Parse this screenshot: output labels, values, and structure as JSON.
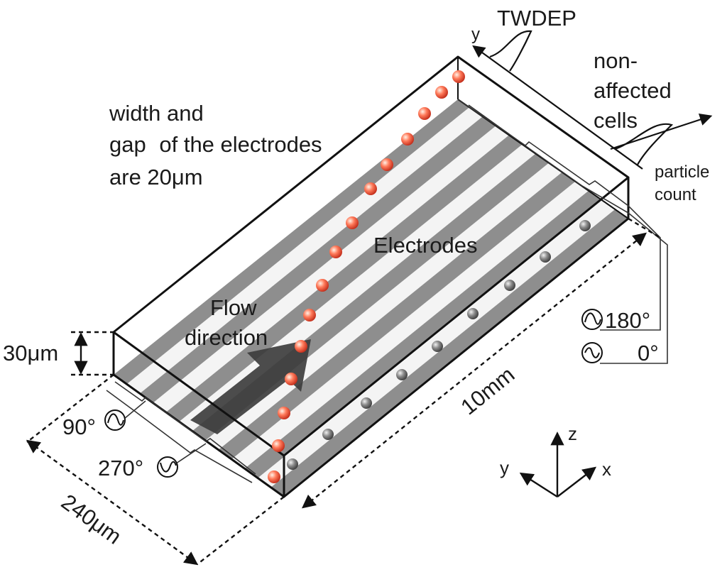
{
  "labels": {
    "twdep": "TWDEP",
    "non_affected": [
      "non-",
      "affected",
      "cells"
    ],
    "electrode_note": [
      "width and",
      "gap",
      "of the electrodes",
      "are 20μm"
    ],
    "electrodes": "Electrodes",
    "flow_direction": [
      "Flow",
      "direction"
    ],
    "height": "30μm",
    "width": "240μm",
    "length": "10mm",
    "particle_count": [
      "particle",
      "count"
    ],
    "phases": {
      "p90": "90°",
      "p270": "270°",
      "p180": "180°",
      "p0": "0°"
    },
    "axes": {
      "x": "x",
      "y": "y",
      "z": "z",
      "y_top": "y"
    }
  },
  "colors": {
    "electrode": "#8e8e8e",
    "channel_edge": "#111111",
    "affected_cell": "#e5503a",
    "non_affected_cell": "#8a8a8a",
    "flow_arrow": "#3d3d3d"
  }
}
